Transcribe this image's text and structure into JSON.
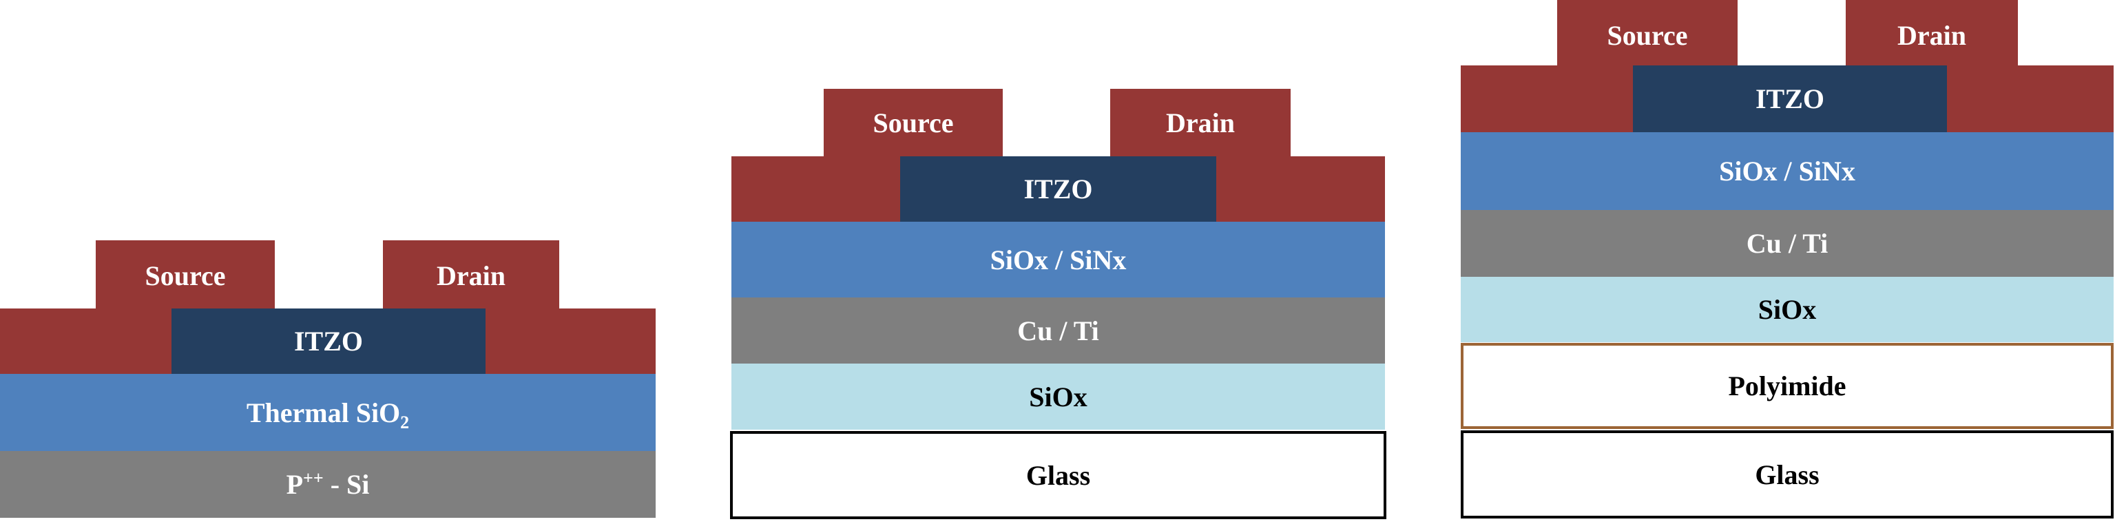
{
  "device1": {
    "source": "Source",
    "drain": "Drain",
    "channel": "ITZO",
    "dielectric_main": "Thermal SiO",
    "dielectric_sub": "2",
    "substrate_main": "P",
    "substrate_sup": "++",
    "substrate_rest": " - Si"
  },
  "device2": {
    "source": "Source",
    "drain": "Drain",
    "channel": "ITZO",
    "dielectric": "SiOx / SiNx",
    "gate": "Cu / Ti",
    "buffer": "SiOx",
    "substrate": "Glass"
  },
  "device3": {
    "source": "Source",
    "drain": "Drain",
    "channel": "ITZO",
    "dielectric": "SiOx / SiNx",
    "gate": "Cu / Ti",
    "buffer": "SiOx",
    "flexible": "Polyimide",
    "substrate": "Glass"
  },
  "colors": {
    "electrode": "#953735",
    "channel": "#243f60",
    "dielectric": "#4f81bd",
    "gate": "#7f7f7f",
    "buffer": "#b7dee8",
    "polyimide_border": "#9c6536"
  }
}
